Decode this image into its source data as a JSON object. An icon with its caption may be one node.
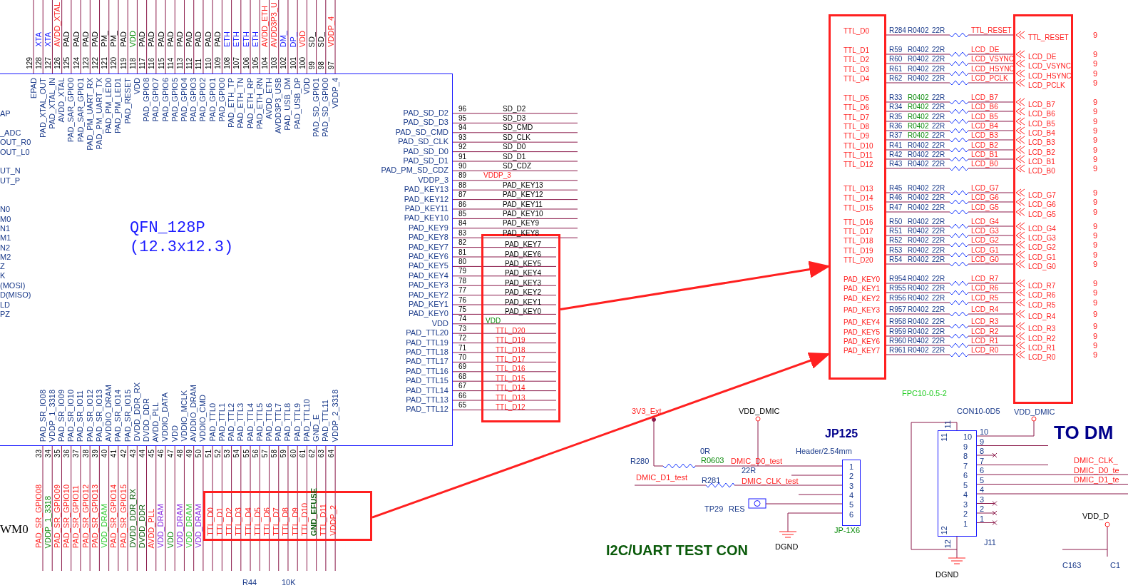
{
  "diagram": {
    "nodes": [
      {
        "text": [
          "QFN_128P (12.3x12.3)",
          "EPAD",
          "PAD_XTAL_OUT",
          "PAD_XTAL_IN",
          "AVDD_XTAL",
          "PAD_SAR_GPIO0",
          "PAD_SAR_GPIO1",
          "PAD_PM_UART_RX",
          "PAD_PM_UART_TX",
          "PAD_PM_LED0",
          "PAD_PM_LED1",
          "PAD_RESET",
          "VDD",
          "PAD_GPIO8",
          "PAD_GPIO7",
          "PAD_GPIO6",
          "PAD_GPIO5",
          "PAD_GPIO4",
          "PAD_GPIO3",
          "PAD_GPIO2",
          "PAD_GPIO1",
          "PAD_GPIO0",
          "PAD_ETH_TP",
          "PAD_ETH_TN",
          "PAD_ETH_RP",
          "PAD_ETH_RN",
          "AVDD_ETH",
          "AVDD3P3_USB",
          "PAD_USB_DM",
          "PAD_USB_DP",
          "VDD",
          "PAD_SD_GPIO1",
          "PAD_SD_GPIO0",
          "VDDP_4",
          "PAD_SD_D2",
          "PAD_SD_D3",
          "PAD_SD_CMD",
          "PAD_SD_CLK",
          "PAD_SD_D0",
          "PAD_SD_D1",
          "PAD_PM_SD_CDZ",
          "VDDP_3",
          "PAD_KEY13",
          "PAD_KEY12",
          "PAD_KEY11",
          "PAD_KEY10",
          "PAD_KEY9",
          "PAD_KEY8",
          "PAD_KEY7",
          "PAD_KEY6",
          "PAD_KEY5",
          "PAD_KEY4",
          "PAD_KEY3",
          "PAD_KEY2",
          "PAD_KEY1",
          "PAD_KEY0",
          "VDD",
          "PAD_TTL20",
          "PAD_TTL19",
          "PAD_TTL18",
          "PAD_TTL17",
          "PAD_TTL16",
          "PAD_TTL15",
          "PAD_TTL14",
          "PAD_TTL13",
          "PAD_TTL12",
          "PAD_SR_IO08",
          "VDDP_1_3318",
          "PAD_SR_IO09",
          "PAD_SR_IO10",
          "PAD_SR_IO11",
          "PAD_SR_IO12",
          "PAD_SR_IO13",
          "AVDDIO_DRAM",
          "PAD_SR_IO14",
          "PAD_SR_IO15",
          "DVDD_DDR_RX",
          "DVDD_DDR",
          "AVDD_PLL",
          "VDDIO_DATA",
          "VDD",
          "VDDIO_MCLK",
          "AVDDIO_DRAM",
          "VDDIO_CMD",
          "PAD_TTL0",
          "PAD_TTL1",
          "PAD_TTL2",
          "PAD_TTL3",
          "PAD_TTL4",
          "PAD_TTL5",
          "PAD_TTL6",
          "PAD_TTL7",
          "PAD_TTL8",
          "PAD_TTL9",
          "PAD_TTL10",
          "GND_E",
          "PAD_TTL11",
          "VDDP_2_3318",
          "AP",
          "_ADC",
          "OUT_R0",
          "OUT_L0",
          "UT_N",
          "UT_P",
          "N0",
          "M0",
          "N1",
          "M1",
          "N2",
          "M2",
          "Z",
          "K",
          "(MOSI)",
          "D(MISO)",
          "LD",
          "PZ"
        ]
      },
      {
        "text": [
          "PAD_KEY7",
          "PAD_KEY6",
          "PAD_KEY5",
          "PAD_KEY4",
          "PAD_KEY3",
          "PAD_KEY2",
          "PAD_KEY1",
          "PAD_KEY0",
          "VDD",
          "TTL_D20",
          "TTL_D19",
          "TTL_D18",
          "TTL_D17",
          "TTL_D16",
          "TTL_D15",
          "TTL_D14",
          "TTL_D13",
          "TTL_D12"
        ]
      },
      {
        "text": [
          "TTL_D0",
          "TTL_D1",
          "TTL_D2",
          "TTL_D3",
          "TTL_D4",
          "TTL_D5",
          "TTL_D6",
          "TTL_D7",
          "TTL_D8",
          "TTL_D9",
          "TTL_D10",
          "GND_EFUSE",
          "TTL_D11",
          "VDDP_2"
        ]
      },
      {
        "text": [
          "TTL_D0",
          "TTL_D1",
          "TTL_D2",
          "TTL_D3",
          "TTL_D4",
          "TTL_D5",
          "TTL_D6",
          "TTL_D7",
          "TTL_D8",
          "TTL_D9",
          "TTL_D10",
          "TTL_D11",
          "TTL_D12",
          "TTL_D13",
          "TTL_D14",
          "TTL_D15",
          "TTL_D16",
          "TTL_D17",
          "TTL_D18",
          "TTL_D19",
          "TTL_D20",
          "PAD_KEY0",
          "PAD_KEY1",
          "PAD_KEY2",
          "PAD_KEY3",
          "PAD_KEY4",
          "PAD_KEY5",
          "PAD_KEY6",
          "PAD_KEY7"
        ]
      },
      {
        "text": [
          "TTL_RESET",
          "LCD_DE",
          "LCD_VSYNC",
          "LCD_HSYNC",
          "LCD_PCLK",
          "LCD_B7",
          "LCD_B6",
          "LCD_B5",
          "LCD_B4",
          "LCD_B3",
          "LCD_B2",
          "LCD_B1",
          "LCD_B0",
          "LCD_G7",
          "LCD_G6",
          "LCD_G5",
          "LCD_G4",
          "LCD_G3",
          "LCD_G2",
          "LCD_G1",
          "LCD_G0",
          "LCD_R7",
          "LCD_R6",
          "LCD_R5",
          "LCD_R4",
          "LCD_R3",
          "LCD_R2",
          "LCD_R1",
          "LCD_R0"
        ]
      },
      {
        "text": [
          "1",
          "2",
          "3",
          "4",
          "5",
          "6"
        ]
      },
      {
        "text": [
          "11",
          "10",
          "9",
          "8",
          "7",
          "6",
          "5",
          "4",
          "3",
          "2",
          "1",
          "12"
        ]
      }
    ],
    "edges": [
      {
        "from": 1,
        "to": 3,
        "arrow": "to"
      },
      {
        "from": 2,
        "to": 3,
        "arrow": "to"
      }
    ],
    "labels": [
      "XTA",
      "XTA",
      "AVDD_XTAL",
      "PAD",
      "PAD",
      "PAD",
      "PAD",
      "PM_",
      "PM_",
      "PAD",
      "VDD",
      "PAD",
      "PAD",
      "PAD",
      "PAD",
      "PAD",
      "PAD",
      "PAD",
      "PAD",
      "PAD",
      "ETH",
      "ETH",
      "ETH",
      "ETH",
      "AVDD_ETH",
      "AVDD3P3_U",
      "DM_",
      "DP_",
      "VDD",
      "SD_",
      "SD_",
      "VDDP_4",
      "129",
      "128",
      "127",
      "126",
      "125",
      "124",
      "123",
      "122",
      "121",
      "120",
      "119",
      "118",
      "117",
      "116",
      "115",
      "114",
      "113",
      "112",
      "111",
      "110",
      "109",
      "108",
      "107",
      "106",
      "105",
      "104",
      "103",
      "102",
      "101",
      "100",
      "99",
      "98",
      "97",
      "96",
      "95",
      "94",
      "93",
      "92",
      "91",
      "90",
      "89",
      "88",
      "87",
      "86",
      "85",
      "84",
      "83",
      "82",
      "81",
      "80",
      "79",
      "78",
      "77",
      "76",
      "75",
      "74",
      "73",
      "72",
      "71",
      "70",
      "69",
      "68",
      "67",
      "66",
      "65",
      "SD_D2",
      "SD_D3",
      "SD_CMD",
      "SD_CLK",
      "SD_D0",
      "SD_D1",
      "SD_CDZ",
      "VDDP_3",
      "PAD_KEY13",
      "PAD_KEY12",
      "PAD_KEY11",
      "PAD_KEY10",
      "PAD_KEY9",
      "PAD_KEY8",
      "33",
      "34",
      "35",
      "36",
      "37",
      "38",
      "39",
      "40",
      "41",
      "42",
      "43",
      "44",
      "45",
      "46",
      "47",
      "48",
      "49",
      "50",
      "51",
      "52",
      "53",
      "54",
      "55",
      "56",
      "57",
      "58",
      "59",
      "60",
      "61",
      "62",
      "63",
      "64",
      "PAD_SR_GPIO08",
      "VDDP_1_3318",
      "PAD_SR_GPIO09",
      "PAD_SR_GPIO10",
      "PAD_SR_GPIO11",
      "PAD_SR_GPIO12",
      "PAD_SR_GPIO13",
      "VDD_DRAM",
      "PAD_SR_GPIO14",
      "PAD_SR_GPIO15",
      "DVDD_DDR_RX",
      "DVDD_DDR",
      "AVDD_PLL",
      "VDD_DRAM",
      "VDD",
      "VDD_DRAM",
      "VDD_DRAM",
      "VDD_DRAM",
      "WM0",
      "R284",
      "R0402",
      "22R",
      "TTL_RESET",
      "R59",
      "R0402",
      "22R",
      "LCD_DE",
      "R60",
      "R0402",
      "22R",
      "LCD_VSYNC",
      "R61",
      "R0402",
      "22R",
      "LCD_HSYNC",
      "R62",
      "R0402",
      "22R",
      "LCD_PCLK",
      "R33",
      "R0402",
      "22R",
      "LCD_B7",
      "R34",
      "R0402",
      "22R",
      "LCD_B6",
      "R35",
      "R0402",
      "22R",
      "LCD_B5",
      "R36",
      "R0402",
      "22R",
      "LCD_B4",
      "R37",
      "R0402",
      "22R",
      "LCD_B3",
      "R41",
      "R0402",
      "22R",
      "LCD_B2",
      "R42",
      "R0402",
      "22R",
      "LCD_B1",
      "R43",
      "R0402",
      "22R",
      "LCD_B0",
      "R45",
      "R0402",
      "22R",
      "LCD_G7",
      "R46",
      "R0402",
      "22R",
      "LCD_G6",
      "R47",
      "R0402",
      "22R",
      "LCD_G5",
      "R50",
      "R0402",
      "22R",
      "LCD_G4",
      "R51",
      "R0402",
      "22R",
      "LCD_G3",
      "R52",
      "R0402",
      "22R",
      "LCD_G2",
      "R53",
      "R0402",
      "22R",
      "LCD_G1",
      "R54",
      "R0402",
      "22R",
      "LCD_G0",
      "R954",
      "R0402",
      "22R",
      "LCD_R7",
      "R955",
      "R0402",
      "22R",
      "LCD_R6",
      "R956",
      "R0402",
      "22R",
      "LCD_R5",
      "R957",
      "R0402",
      "22R",
      "LCD_R4",
      "R958",
      "R0402",
      "22R",
      "LCD_R3",
      "R959",
      "R0402",
      "22R",
      "LCD_R2",
      "R960",
      "R0402",
      "22R",
      "LCD_R1",
      "R961",
      "R0402",
      "22R",
      "LCD_R0",
      "9",
      "9",
      "9",
      "9",
      "9",
      "9",
      "9",
      "9",
      "9",
      "9",
      "9",
      "9",
      "9",
      "9",
      "9",
      "9",
      "9",
      "9",
      "9",
      "9",
      "9",
      "9",
      "9",
      "9",
      "9",
      "9",
      "9",
      "9",
      "9",
      "3V3_Ext",
      "VDD_DMIC",
      "JP125",
      "0R",
      "Header/2.54mm",
      "R280",
      "R0603",
      "DMIC_D0_test",
      "22R",
      "DMIC_D1_test",
      "R281",
      "DMIC_CLK_test",
      "TP29",
      "RES",
      "JP-1X6",
      "DGND",
      "I2C/UART TEST CON",
      "FPC10-0.5-2",
      "CON10-0D5",
      "VDD_DMIC",
      "11",
      "10",
      "9",
      "8",
      "7",
      "6",
      "5",
      "4",
      "3",
      "2",
      "1",
      "TO DM",
      "DMIC_CLK_",
      "DMIC_D0_te",
      "DMIC_D1_te",
      "VDD_D",
      "12",
      "J11",
      "DGND",
      "C163",
      "C1",
      "R44",
      "10K"
    ]
  }
}
